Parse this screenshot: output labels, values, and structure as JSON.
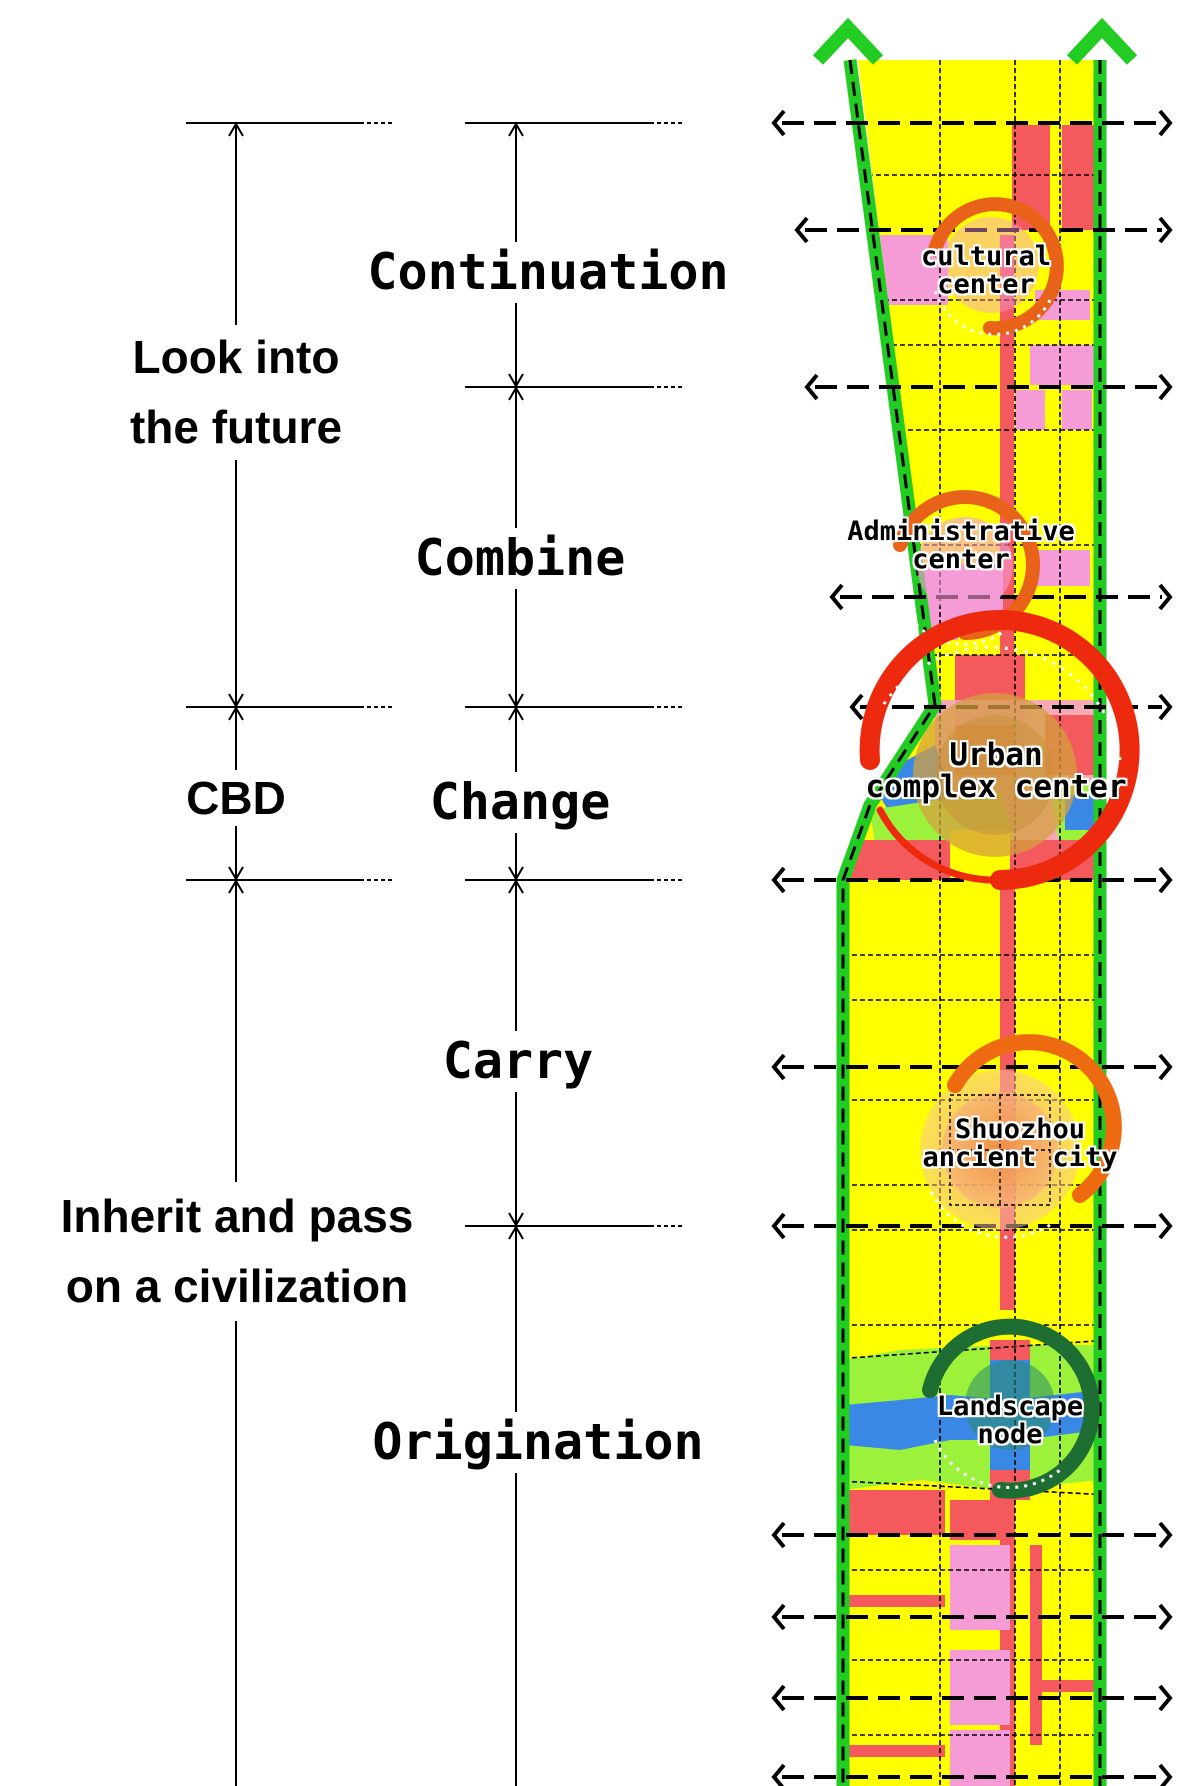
{
  "stages": [
    {
      "id": "continuation",
      "label": "Continuation"
    },
    {
      "id": "combine",
      "label": "Combine"
    },
    {
      "id": "change",
      "label": "Change"
    },
    {
      "id": "carry",
      "label": "Carry"
    },
    {
      "id": "origination",
      "label": "Origination"
    }
  ],
  "eras": [
    {
      "id": "future",
      "line1": "Look into",
      "line2": "the future"
    },
    {
      "id": "cbd",
      "line1": "CBD",
      "line2": ""
    },
    {
      "id": "inherit",
      "line1": "Inherit and pass",
      "line2": "on a civilization"
    }
  ],
  "nodes": [
    {
      "id": "cultural",
      "line1": "cultural",
      "line2": "center",
      "ring_color": "#e8621a"
    },
    {
      "id": "administrative",
      "line1": "Administrative",
      "line2": "center",
      "ring_color": "#e8621a"
    },
    {
      "id": "urban",
      "line1": "Urban",
      "line2": "complex center",
      "ring_color": "#ee2a0e"
    },
    {
      "id": "shuozhou",
      "line1": "Shuozhou",
      "line2": "ancient city",
      "ring_color": "#ee6a10"
    },
    {
      "id": "landscape",
      "line1": "Landscape",
      "line2": "node",
      "ring_color": "#1e6e34"
    }
  ],
  "colors": {
    "block_yellow": "#ffff00",
    "block_red": "#f4595e",
    "block_pink": "#f59bd6",
    "green_axis": "#22cc22",
    "water_blue": "#3a88e6",
    "grass_green": "#9cf23a"
  }
}
